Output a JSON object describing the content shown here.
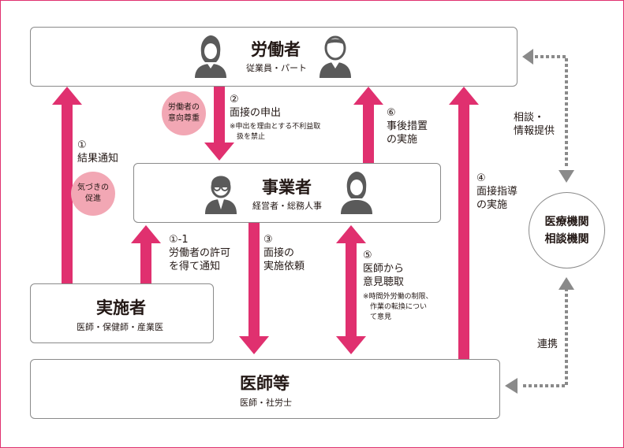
{
  "worker": {
    "title": "労働者",
    "subtitle": "従業員・パート"
  },
  "employer": {
    "title": "事業者",
    "subtitle": "経営者・総務人事"
  },
  "implementer": {
    "title": "実施者",
    "subtitle": "医師・保健師・産業医"
  },
  "doctor": {
    "title": "医師等",
    "subtitle": "医師・社労士"
  },
  "medical": {
    "line1": "医療機関",
    "line2": "相談機関"
  },
  "bubbles": {
    "respect": {
      "line1": "労働者の",
      "line2": "意向尊重"
    },
    "awareness": {
      "line1": "気づきの",
      "line2": "促進"
    }
  },
  "steps": {
    "s1": {
      "num": "①",
      "text": "結果通知"
    },
    "s1_1": {
      "num": "①-1",
      "line1": "労働者の許可",
      "line2": "を得て通知"
    },
    "s2": {
      "num": "②",
      "text": "面接の申出",
      "note1": "※申出を理由とする不利益取",
      "note2": "扱を禁止"
    },
    "s3": {
      "num": "③",
      "line1": "面接の",
      "line2": "実施依頼"
    },
    "s4": {
      "num": "④",
      "line1": "面接指導",
      "line2": "の実施"
    },
    "s5": {
      "num": "⑤",
      "line1": "医師から",
      "line2": "意見聴取",
      "note1": "※時間外労働の制限、",
      "note2": "作業の転換につい",
      "note3": "て意見"
    },
    "s6": {
      "num": "⑥",
      "line1": "事後措置",
      "line2": "の実施"
    }
  },
  "links": {
    "consult": {
      "line1": "相談・",
      "line2": "情報提供"
    },
    "cooperate": "連携"
  },
  "colors": {
    "accent": "#e0306f",
    "bubble": "#f2a7b4",
    "icon": "#5a5a5a",
    "dotted": "#8a8a8a"
  }
}
